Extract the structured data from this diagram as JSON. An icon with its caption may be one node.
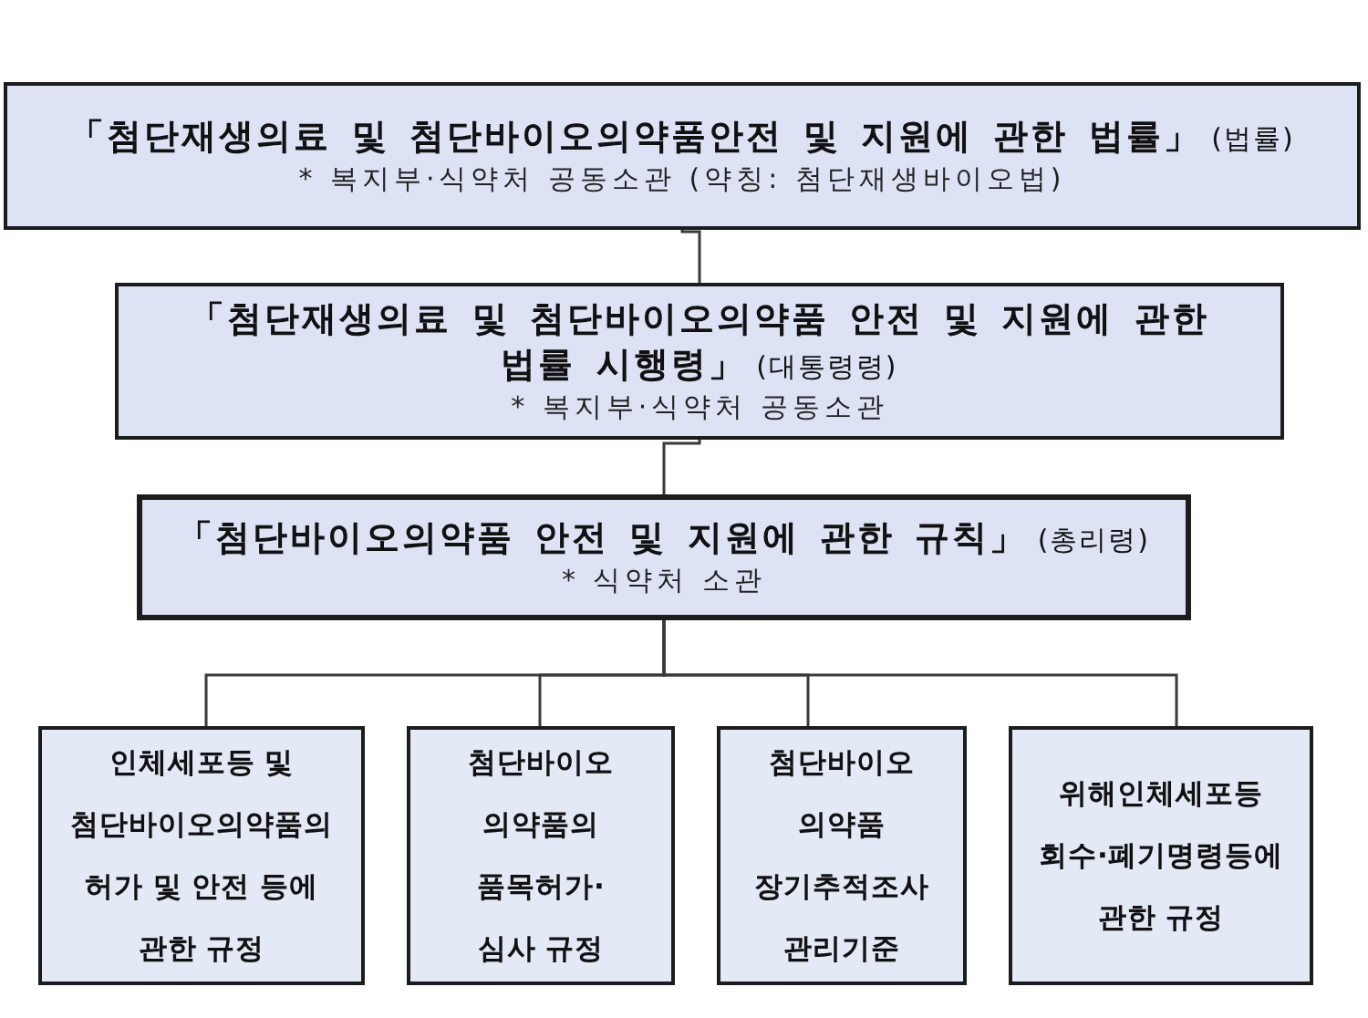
{
  "diagram": {
    "nodes": [
      {
        "text": [
          "**「첨단재생의료 및 첨단바이오의약품안전 및 지원에 관한 법률」** (법률)",
          "* 복지부·식약처 공동소관 (약칭: 첨단재생바이오법)"
        ]
      },
      {
        "text": [
          "**「첨단재생의료 및 첨단바이오의약품 안전 및 지원에 관한 법률 시행령」** (대통령령)",
          "* 복지부·식약처 공동소관"
        ]
      },
      {
        "text": [
          "**「첨단바이오의약품 안전 및 지원에 관한 규칙」** (총리령)",
          "* 식약처 소관"
        ]
      },
      {
        "text": [
          "인체세포등 및 첨단바이오의약품의 허가 및 안전 등에 관한 규정"
        ]
      },
      {
        "text": [
          "첨단바이오 의약품의 품목허가·심사 규정"
        ]
      },
      {
        "text": [
          "첨단바이오 의약품 장기추적조사 관리기준"
        ]
      },
      {
        "text": [
          "위해인체세포등 회수·폐기명령등에 관한 규정"
        ]
      }
    ],
    "edges": [
      {
        "from": 0,
        "to": 1,
        "arrow": "none"
      },
      {
        "from": 1,
        "to": 2,
        "arrow": "none"
      },
      {
        "from": 2,
        "to": 3,
        "arrow": "none"
      },
      {
        "from": 2,
        "to": 4,
        "arrow": "none"
      },
      {
        "from": 2,
        "to": 5,
        "arrow": "none"
      },
      {
        "from": 2,
        "to": 6,
        "arrow": "none"
      }
    ]
  }
}
